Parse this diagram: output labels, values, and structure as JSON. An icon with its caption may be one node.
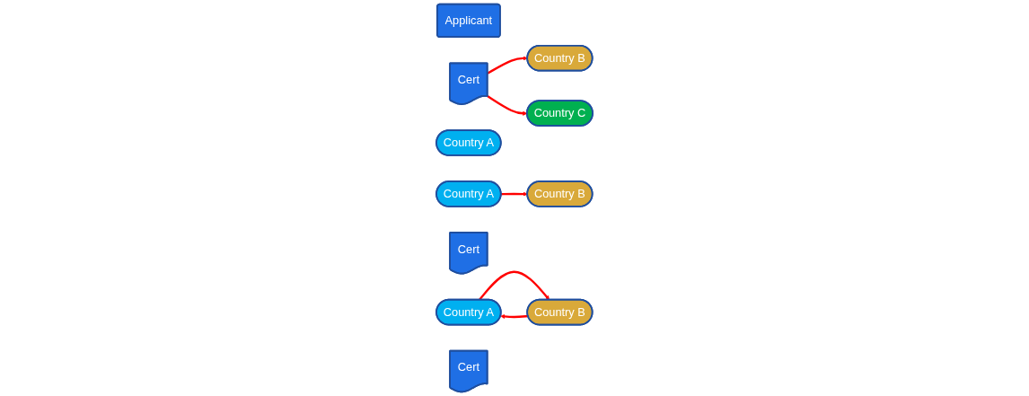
{
  "diagram": {
    "nodes": [
      {
        "text": [
          "Applicant"
        ]
      },
      {
        "text": [
          "Cert"
        ]
      },
      {
        "text": [
          "Country A"
        ]
      },
      {
        "text": [
          "Country B"
        ]
      },
      {
        "text": [
          "Country C"
        ]
      },
      {
        "text": [
          "Country A"
        ]
      },
      {
        "text": [
          "Country B"
        ]
      },
      {
        "text": [
          "Cert"
        ]
      },
      {
        "text": [
          "Country A"
        ]
      },
      {
        "text": [
          "Country B"
        ]
      },
      {
        "text": [
          "Cert"
        ]
      }
    ],
    "edges": [
      {
        "from": 1,
        "to": 3,
        "arrow": "to"
      },
      {
        "from": 1,
        "to": 4,
        "arrow": "to"
      },
      {
        "from": 5,
        "to": 6,
        "arrow": "to"
      },
      {
        "from": 8,
        "to": 9,
        "arrow": "to"
      },
      {
        "from": 9,
        "to": 8,
        "arrow": "to"
      }
    ]
  }
}
